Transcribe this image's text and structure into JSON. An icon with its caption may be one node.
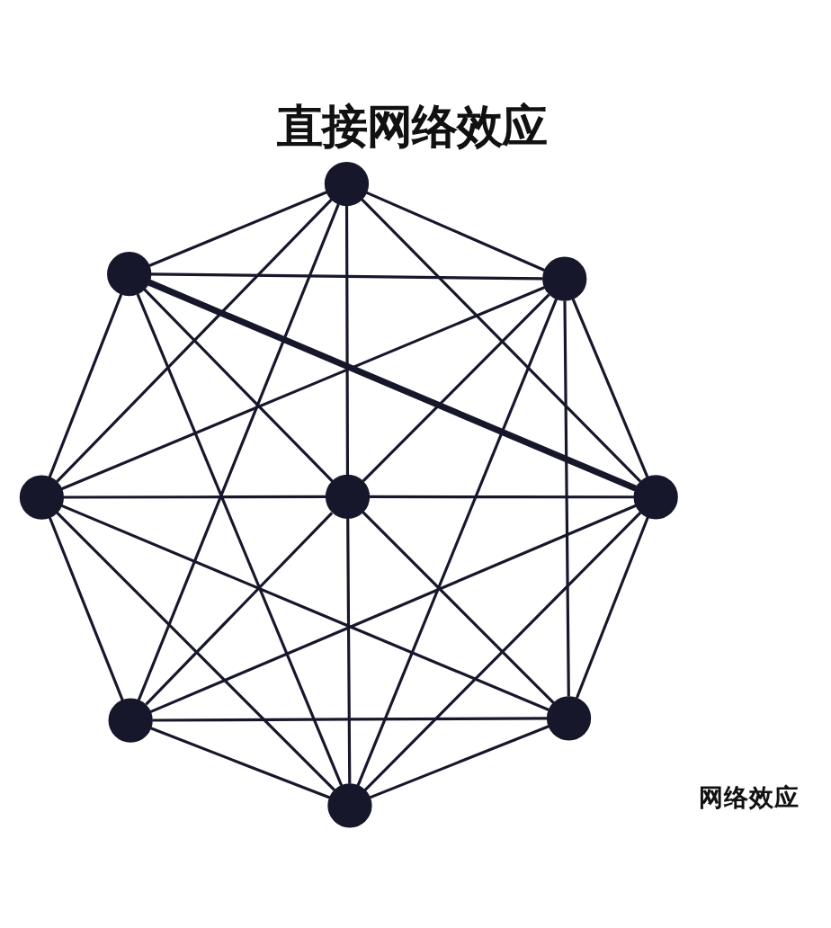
{
  "diagram": {
    "title": "直接网络效应",
    "nodes": [
      {
        "text": [],
        "shape": "circle"
      },
      {
        "text": [],
        "shape": "circle"
      },
      {
        "text": [],
        "shape": "circle"
      },
      {
        "text": [],
        "shape": "circle"
      },
      {
        "text": [],
        "shape": "circle"
      },
      {
        "text": [],
        "shape": "circle"
      },
      {
        "text": [],
        "shape": "circle"
      },
      {
        "text": [],
        "shape": "circle"
      },
      {
        "text": [],
        "shape": "circle"
      }
    ],
    "edges": [
      {
        "from": 0,
        "to": 4,
        "arrow": "none"
      },
      {
        "from": 1,
        "to": 4,
        "arrow": "none"
      },
      {
        "from": 2,
        "to": 4,
        "arrow": "none"
      },
      {
        "from": 3,
        "to": 4,
        "arrow": "none"
      },
      {
        "from": 4,
        "to": 5,
        "arrow": "none"
      },
      {
        "from": 4,
        "to": 6,
        "arrow": "none"
      },
      {
        "from": 4,
        "to": 7,
        "arrow": "none"
      },
      {
        "from": 4,
        "to": 8,
        "arrow": "none"
      },
      {
        "from": 0,
        "to": 1,
        "arrow": "none"
      },
      {
        "from": 0,
        "to": 2,
        "arrow": "none"
      },
      {
        "from": 0,
        "to": 3,
        "arrow": "none"
      },
      {
        "from": 0,
        "to": 5,
        "arrow": "none"
      },
      {
        "from": 0,
        "to": 6,
        "arrow": "none"
      },
      {
        "from": 1,
        "to": 2,
        "arrow": "none"
      },
      {
        "from": 1,
        "to": 3,
        "arrow": "none"
      },
      {
        "from": 1,
        "to": 5,
        "arrow": "none",
        "style": "thick"
      },
      {
        "from": 1,
        "to": 8,
        "arrow": "none"
      },
      {
        "from": 2,
        "to": 3,
        "arrow": "none"
      },
      {
        "from": 2,
        "to": 5,
        "arrow": "none"
      },
      {
        "from": 2,
        "to": 7,
        "arrow": "none"
      },
      {
        "from": 2,
        "to": 8,
        "arrow": "none"
      },
      {
        "from": 3,
        "to": 6,
        "arrow": "none"
      },
      {
        "from": 3,
        "to": 7,
        "arrow": "none"
      },
      {
        "from": 3,
        "to": 8,
        "arrow": "none"
      },
      {
        "from": 5,
        "to": 6,
        "arrow": "none"
      },
      {
        "from": 5,
        "to": 7,
        "arrow": "none"
      },
      {
        "from": 5,
        "to": 8,
        "arrow": "none"
      },
      {
        "from": 6,
        "to": 7,
        "arrow": "none"
      },
      {
        "from": 6,
        "to": 8,
        "arrow": "none"
      },
      {
        "from": 7,
        "to": 8,
        "arrow": "none"
      }
    ],
    "labels": [
      "网络效应"
    ]
  }
}
